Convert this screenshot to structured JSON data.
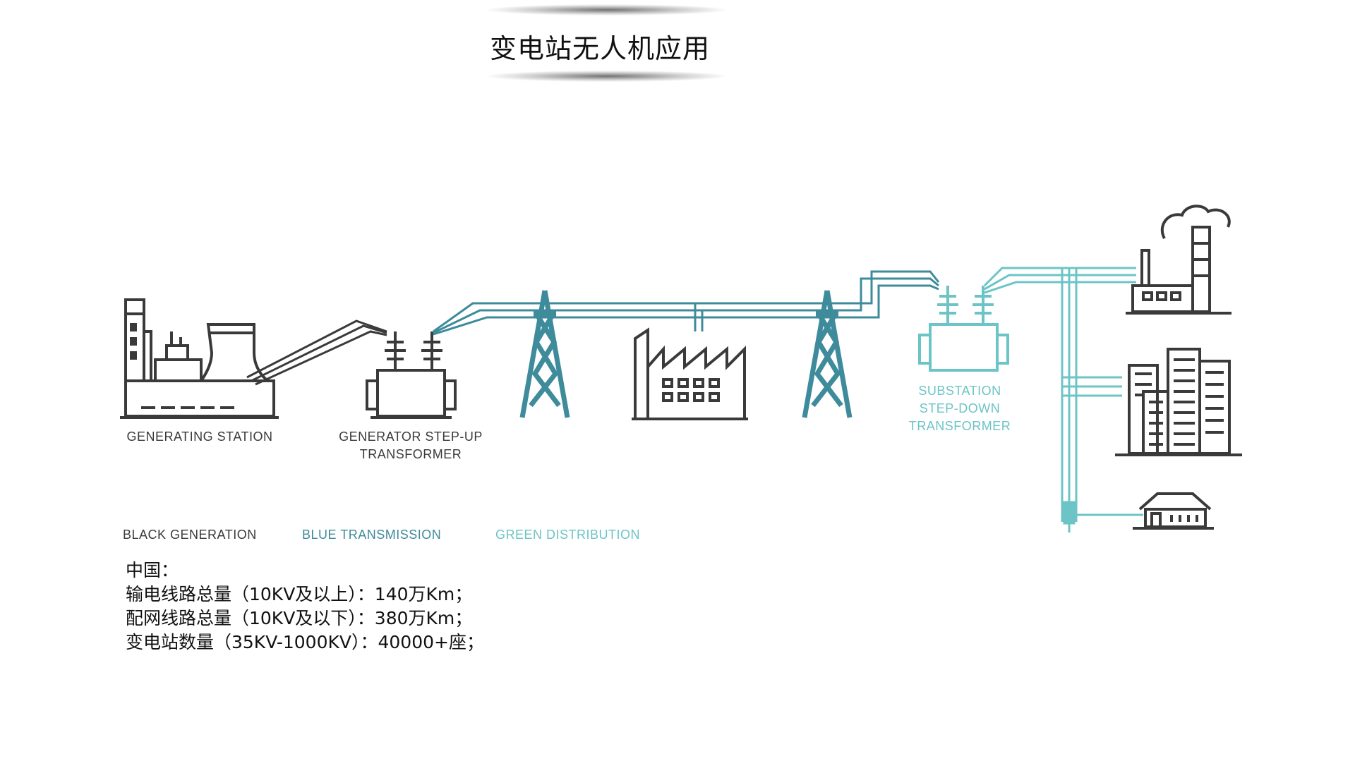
{
  "title": "变电站无人机应用",
  "labels": {
    "generating_station": "GENERATING STATION",
    "gsu_line1": "GENERATOR STEP-UP",
    "gsu_line2": "TRANSFORMER",
    "sub_line1": "SUBSTATION",
    "sub_line2": "STEP-DOWN",
    "sub_line3": "TRANSFORMER"
  },
  "legend": {
    "black": "BLACK   GENERATION",
    "blue": "BLUE     TRANSMISSION",
    "green": "GREEN  DISTRIBUTION"
  },
  "stats": {
    "heading": "中国：",
    "line1": "输电线路总量（10KV及以上）：140万Km；",
    "line2": "配网线路总量（10KV及以下）：380万Km；",
    "line3": "变电站数量（35KV-1000KV）：40000+座；"
  },
  "colors": {
    "generation": "#3a3a3a",
    "transmission": "#3d8b9b",
    "distribution": "#6cc4c6"
  }
}
